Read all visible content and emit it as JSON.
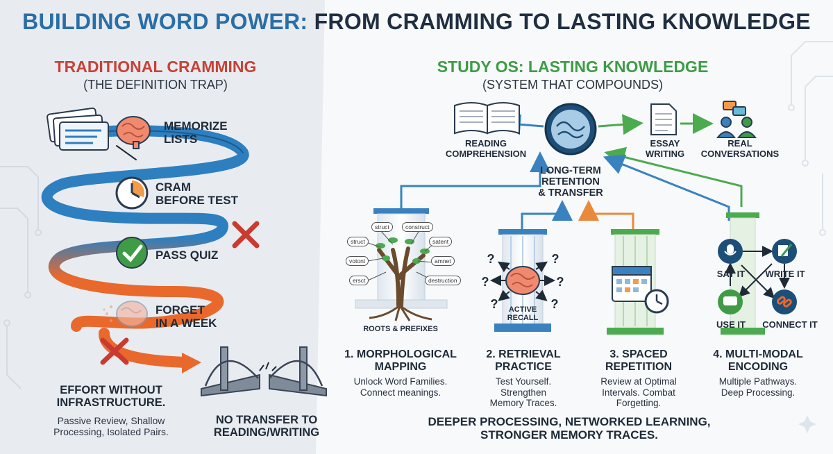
{
  "title": {
    "part1": "BUILDING WORD POWER:",
    "part2": "FROM CRAMMING TO LASTING KNOWLEDGE"
  },
  "left": {
    "heading": "TRADITIONAL CRAMMING",
    "subheading": "(THE DEFINITION TRAP)",
    "steps": [
      {
        "label": "MEMORIZE\nLISTS",
        "icon": "brain-icon"
      },
      {
        "label": "CRAM\nBEFORE TEST",
        "icon": "clock-icon"
      },
      {
        "label": "PASS QUIZ",
        "icon": "checkmark-icon"
      },
      {
        "label": "FORGET\nIN A WEEK",
        "icon": "fading-brain-icon"
      }
    ],
    "effort_title": "EFFORT WITHOUT\nINFRASTRUCTURE.",
    "effort_text": "Passive Review, Shallow\nProcessing, Isolated Pairs.",
    "outcome": "NO TRANSFER TO\nREADING/WRITING"
  },
  "right": {
    "heading": "STUDY OS: LASTING KNOWLEDGE",
    "subheading": "(SYSTEM THAT COMPOUNDS)",
    "center": "LONG-TERM\nRETENTION\n& TRANSFER",
    "outputs": [
      {
        "label": "READING\nCOMPREHENSION",
        "icon": "book-icon"
      },
      {
        "label": "ESSAY\nWRITING",
        "icon": "document-icon"
      },
      {
        "label": "REAL\nCONVERSATIONS",
        "icon": "people-chat-icon"
      }
    ],
    "pillars": [
      {
        "title": "1. MORPHOLOGICAL\nMAPPING",
        "desc": "Unlock Word Families.\nConnect meanings.",
        "inner": "ROOTS & PREFIXES",
        "words": [
          "struct",
          "construct",
          "struct",
          "satent",
          "votont",
          "amnet",
          "ersct",
          "destruction"
        ]
      },
      {
        "title": "2. RETRIEVAL\nPRACTICE",
        "desc": "Test Yourself.\nStrengthen\nMemory Traces.",
        "inner": "ACTIVE\nRECALL"
      },
      {
        "title": "3. SPACED\nREPETITION",
        "desc": "Review at Optimal\nIntervals. Combat\nForgetting.",
        "inner": ""
      },
      {
        "title": "4. MULTI-MODAL\nENCODING",
        "desc": "Multiple Pathways.\nDeep Processing.",
        "modes": [
          "SAY IT",
          "WRITE IT",
          "USE IT",
          "CONNECT IT"
        ]
      }
    ],
    "footer": "DEEPER PROCESSING, NETWORKED LEARNING,\nSTRONGER MEMORY TRACES."
  },
  "colors": {
    "title_blue": "#2a6ea6",
    "red": "#c94136",
    "green": "#3f9b46",
    "ribbon_blue": "#2e7fbf",
    "ribbon_orange": "#e9692c",
    "navy": "#1d4e78"
  }
}
